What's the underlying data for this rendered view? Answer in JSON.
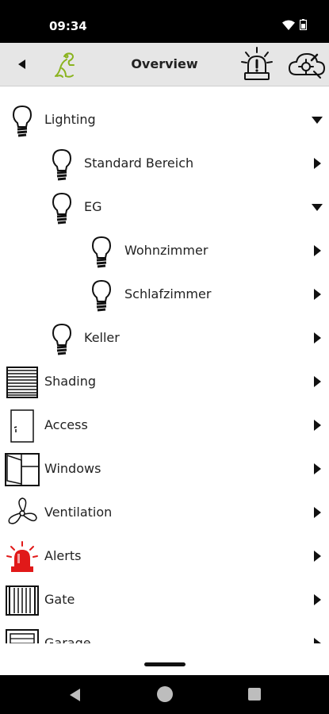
{
  "status": {
    "time": "09:34"
  },
  "header": {
    "title": "Overview"
  },
  "tree": [
    {
      "id": "lighting",
      "label": "Lighting",
      "icon": "lightbulb-icon",
      "level": 0,
      "expanded": true
    },
    {
      "id": "standard-bereich",
      "label": "Standard Bereich",
      "icon": "lightbulb-icon",
      "level": 1,
      "expanded": false
    },
    {
      "id": "eg",
      "label": "EG",
      "icon": "lightbulb-icon",
      "level": 1,
      "expanded": true
    },
    {
      "id": "wohnzimmer",
      "label": "Wohnzimmer",
      "icon": "lightbulb-icon",
      "level": 2,
      "expanded": false
    },
    {
      "id": "schlafzimmer",
      "label": "Schlafzimmer",
      "icon": "lightbulb-icon",
      "level": 2,
      "expanded": false
    },
    {
      "id": "keller",
      "label": "Keller",
      "icon": "lightbulb-icon",
      "level": 1,
      "expanded": false
    },
    {
      "id": "shading",
      "label": "Shading",
      "icon": "shutter-icon",
      "level": 0,
      "expanded": false
    },
    {
      "id": "access",
      "label": "Access",
      "icon": "door-icon",
      "level": 0,
      "expanded": false
    },
    {
      "id": "windows",
      "label": "Windows",
      "icon": "window-icon",
      "level": 0,
      "expanded": false
    },
    {
      "id": "ventilation",
      "label": "Ventilation",
      "icon": "fan-icon",
      "level": 0,
      "expanded": false
    },
    {
      "id": "alerts",
      "label": "Alerts",
      "icon": "alarm-light-icon",
      "level": 0,
      "expanded": false
    },
    {
      "id": "gate",
      "label": "Gate",
      "icon": "gate-icon",
      "level": 0,
      "expanded": false
    },
    {
      "id": "garage",
      "label": "Garage",
      "icon": "garage-icon",
      "level": 0,
      "expanded": false
    }
  ],
  "colors": {
    "app_bar": "#e6e6e6",
    "alarm_red": "#e11919",
    "logo_green": "#8ab31e"
  }
}
